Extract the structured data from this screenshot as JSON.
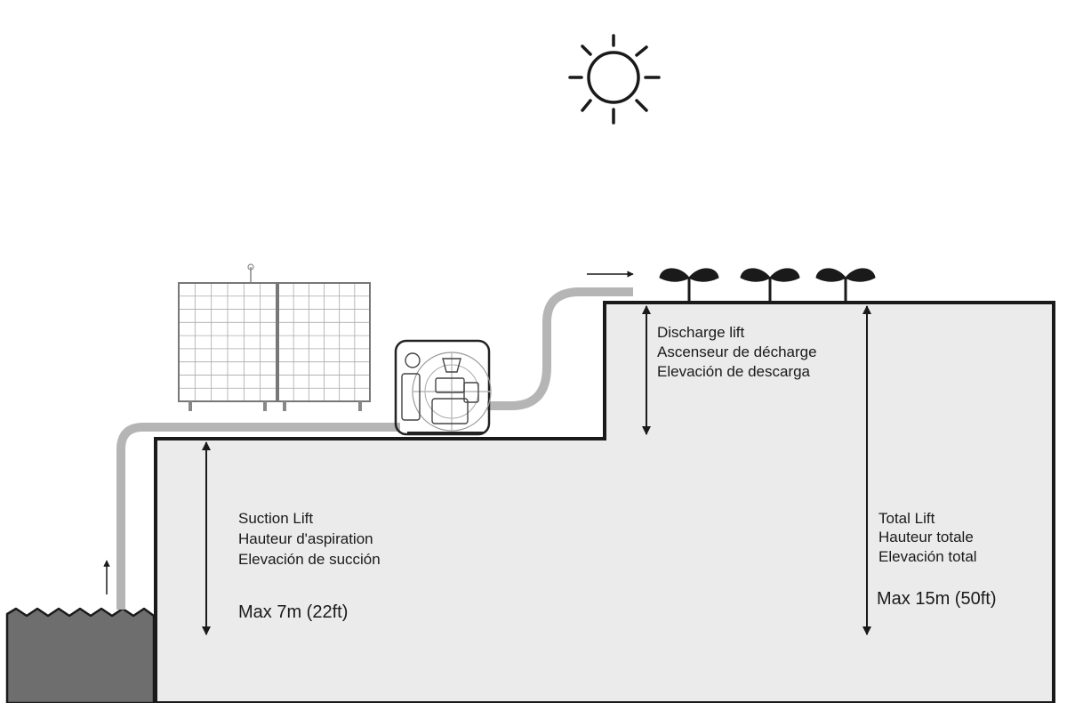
{
  "labels": {
    "discharge": {
      "en": "Discharge lift",
      "fr": "Ascenseur de décharge",
      "es": "Elevación de descarga"
    },
    "suction": {
      "en": "Suction Lift",
      "fr": "Hauteur d'aspiration",
      "es": "Elevación de succión",
      "max": "Max 7m (22ft)"
    },
    "total": {
      "en": "Total Lift",
      "fr": "Hauteur totale",
      "es": "Elevación total",
      "max": "Max 15m (50ft)"
    }
  },
  "colors": {
    "ground": "#ebebeb",
    "water": "#6e6e6e",
    "pipe": "#b5b5b5",
    "line": "#1a1a1a"
  },
  "icons": [
    "sun-icon",
    "solar-panel-icon",
    "pump-icon",
    "plant-icon",
    "flow-arrow-icon"
  ]
}
